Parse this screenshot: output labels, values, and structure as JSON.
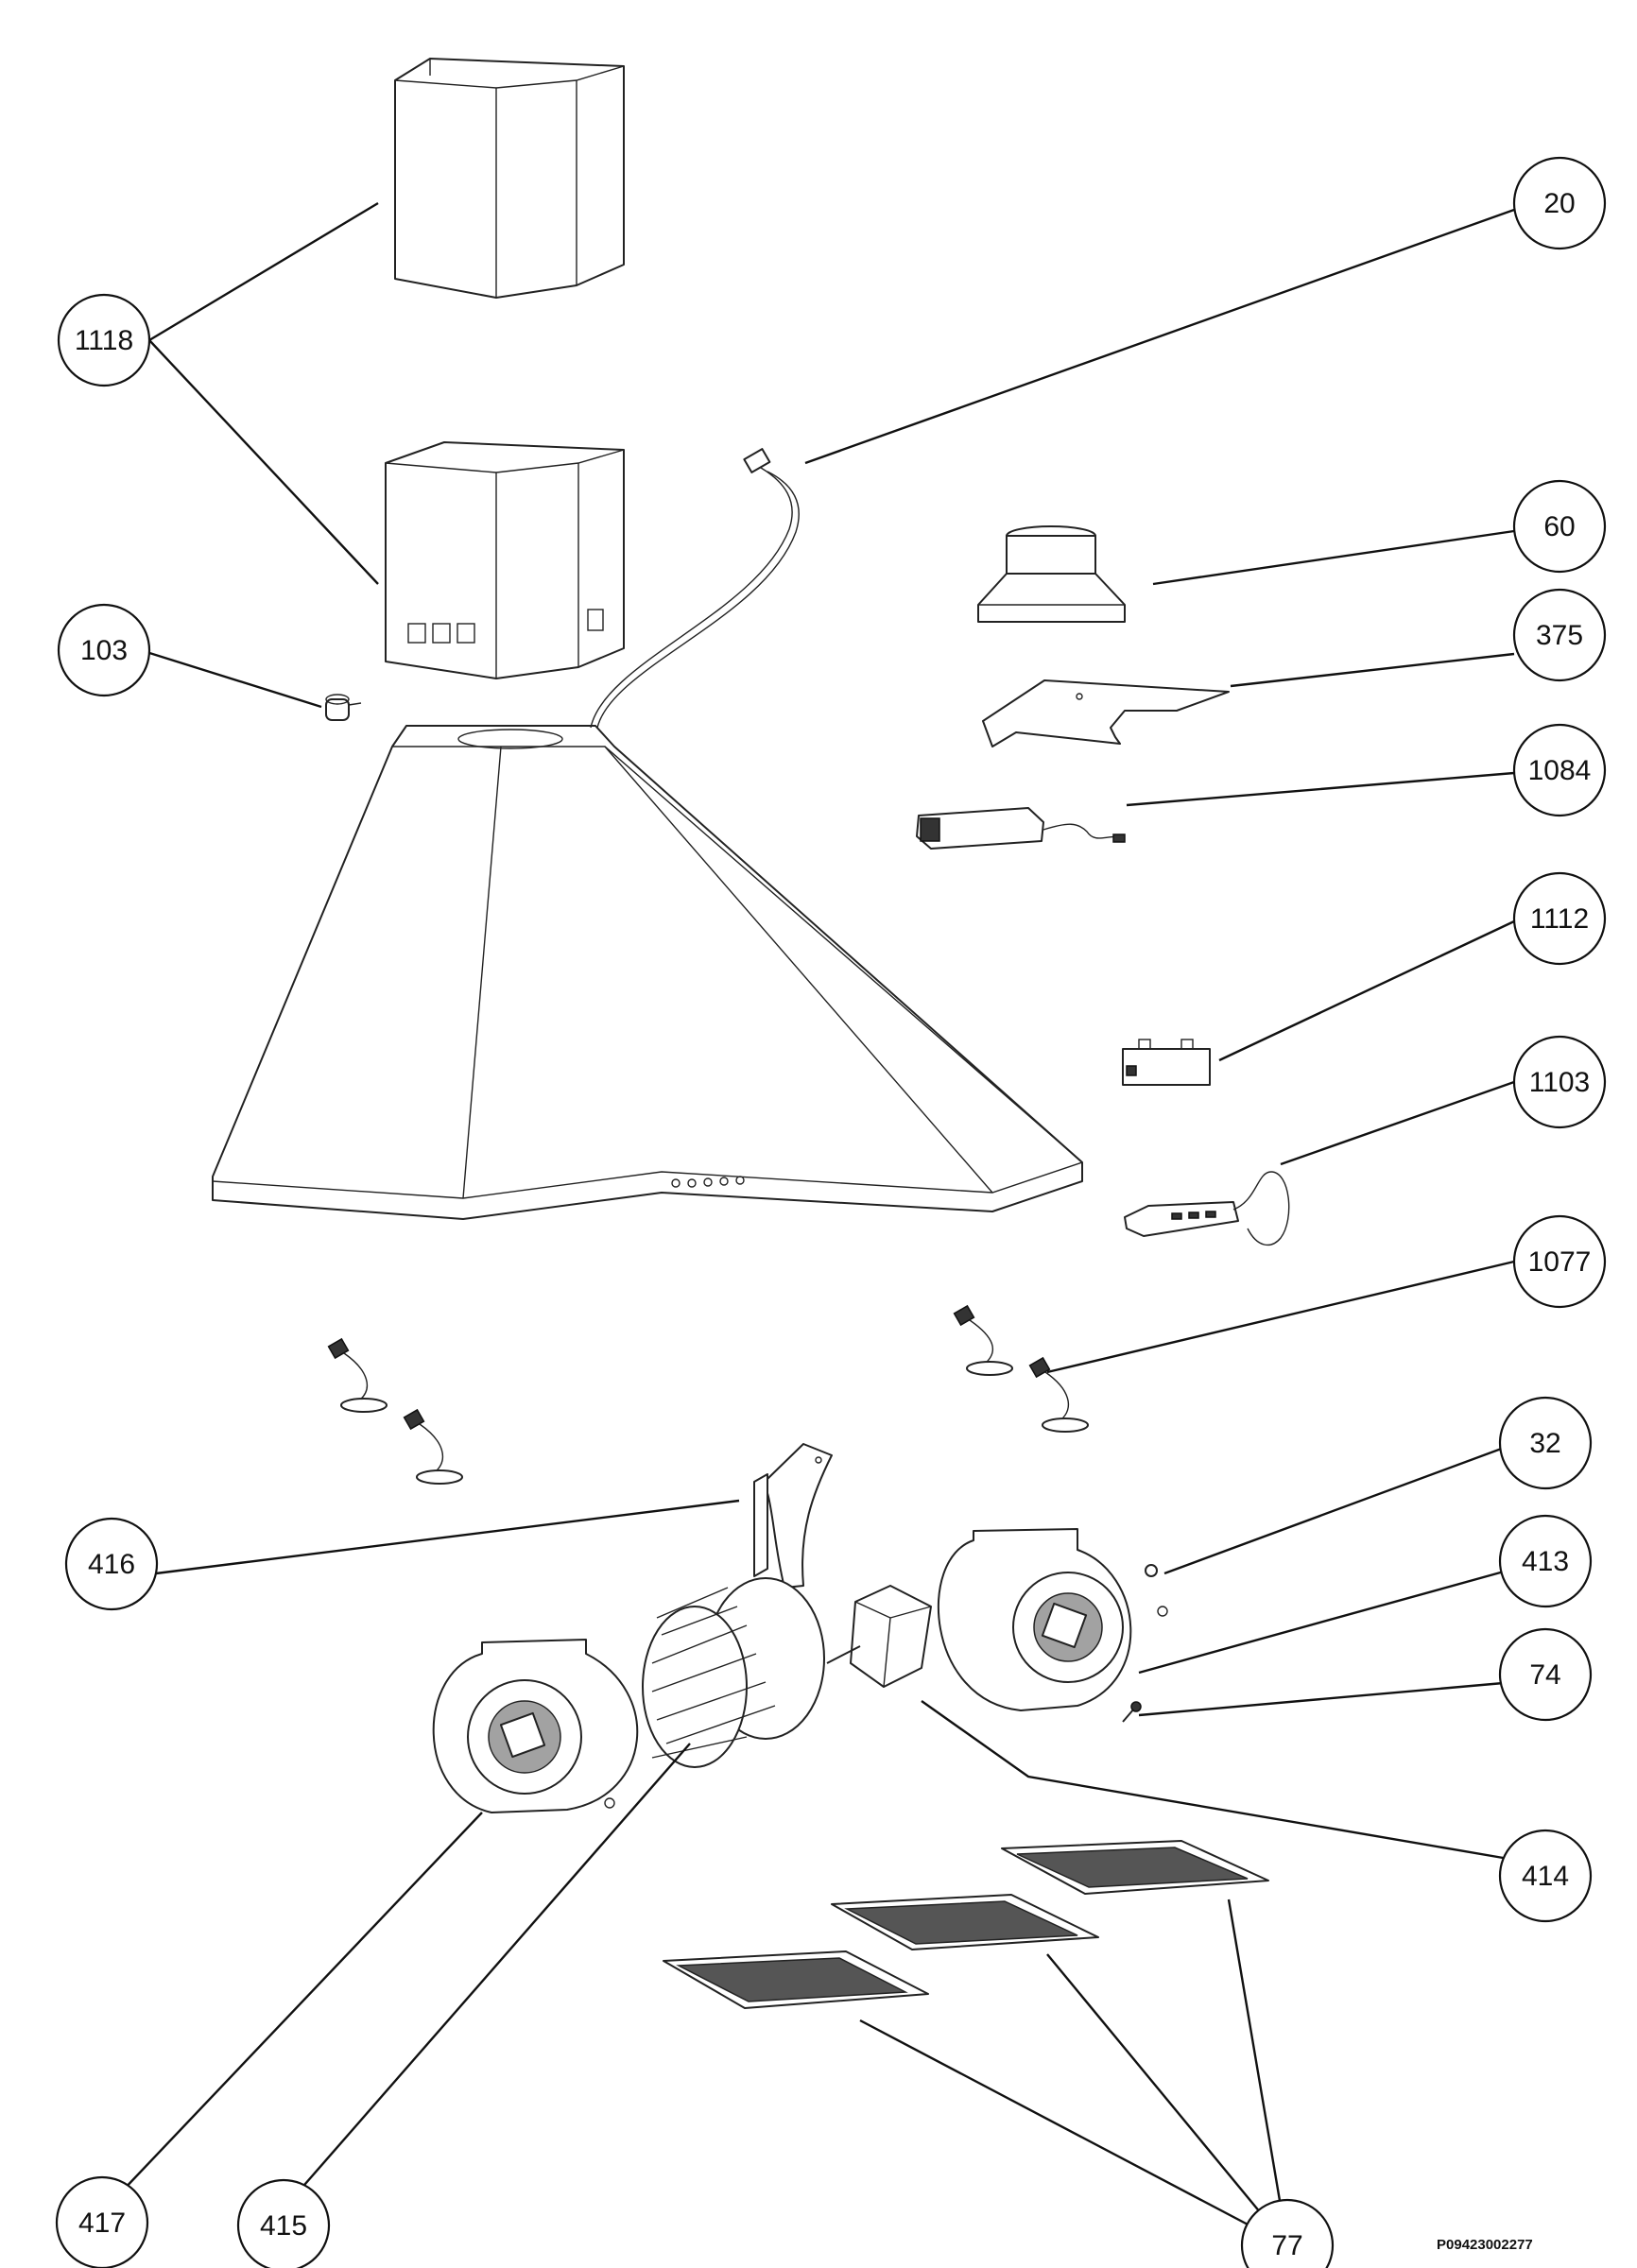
{
  "callouts": [
    {
      "id": "1118",
      "label": "1118"
    },
    {
      "id": "20",
      "label": "20"
    },
    {
      "id": "60",
      "label": "60"
    },
    {
      "id": "103",
      "label": "103"
    },
    {
      "id": "375",
      "label": "375"
    },
    {
      "id": "1084",
      "label": "1084"
    },
    {
      "id": "1112",
      "label": "1112"
    },
    {
      "id": "1103",
      "label": "1103"
    },
    {
      "id": "1077",
      "label": "1077"
    },
    {
      "id": "32",
      "label": "32"
    },
    {
      "id": "416",
      "label": "416"
    },
    {
      "id": "413",
      "label": "413"
    },
    {
      "id": "74",
      "label": "74"
    },
    {
      "id": "414",
      "label": "414"
    },
    {
      "id": "417",
      "label": "417"
    },
    {
      "id": "415",
      "label": "415"
    },
    {
      "id": "77",
      "label": "77"
    }
  ],
  "document_code": "P09423002277"
}
